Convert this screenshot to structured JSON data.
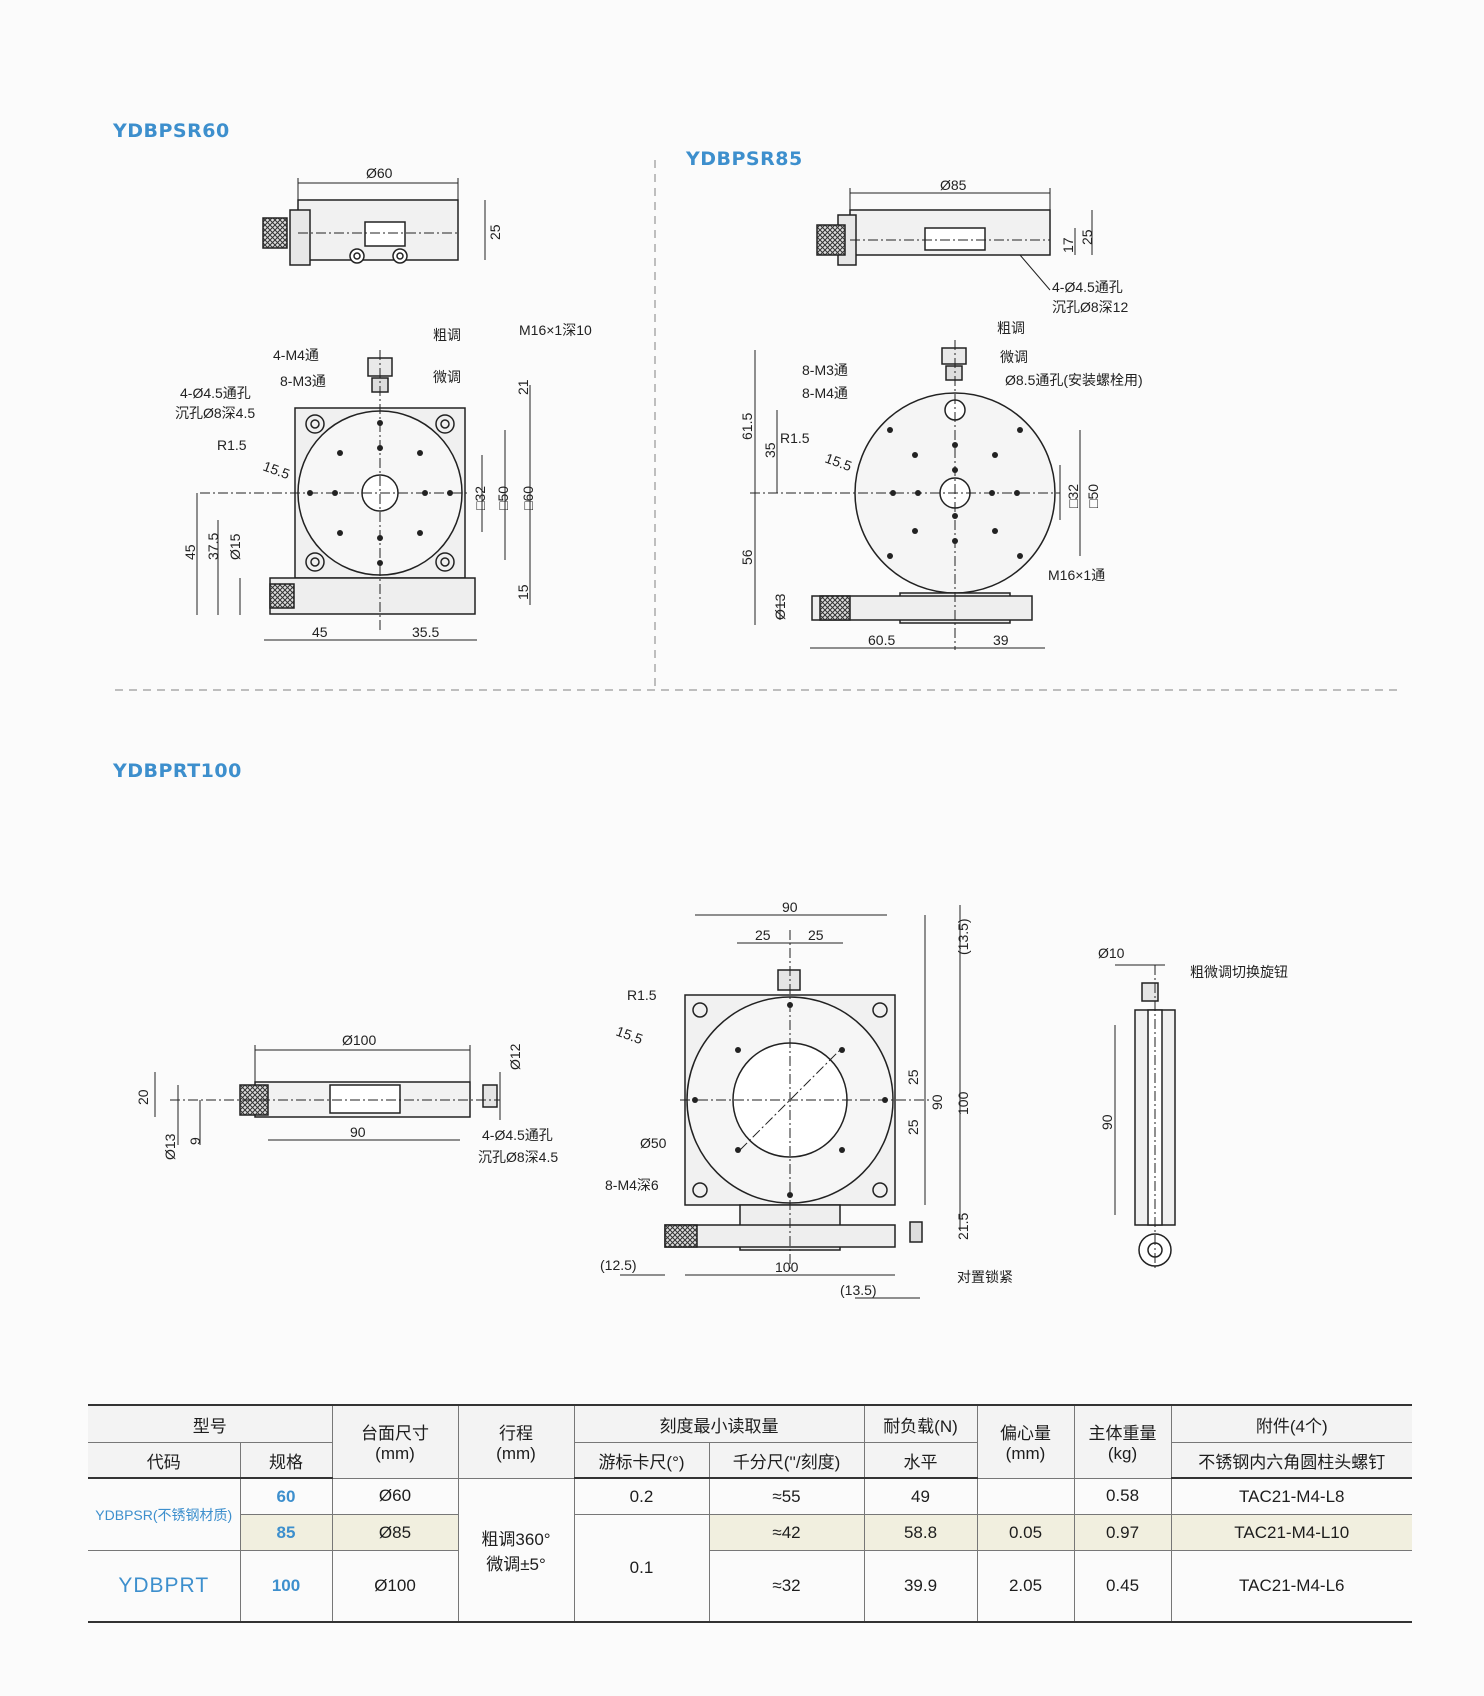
{
  "titles": {
    "psr60": "YDBPSR60",
    "psr85": "YDBPSR85",
    "prt100": "YDBPRT100"
  },
  "psr60": {
    "side_dia": "Ø60",
    "side_h": "25",
    "coarse": "粗调",
    "fine": "微调",
    "m16": "M16×1深10",
    "m4": "4-M4通",
    "m3": "8-M3通",
    "holes1": "4-Ø4.5通孔",
    "holes2": "沉孔Ø8深4.5",
    "r15": "R1.5",
    "a155": "15.5",
    "d21": "21",
    "sq32": "□32",
    "sq50": "□50",
    "sq60": "□60",
    "d45v": "45",
    "d375": "37.5",
    "dia15": "Ø15",
    "d15": "15",
    "d45h": "45",
    "d355": "35.5"
  },
  "psr85": {
    "side_dia": "Ø85",
    "d17": "17",
    "d25": "25",
    "holes1": "4-Ø4.5通孔",
    "holes2": "沉孔Ø8深12",
    "coarse": "粗调",
    "fine": "微调",
    "m3": "8-M3通",
    "m4": "8-M4通",
    "hole85": "Ø8.5通孔(安装螺栓用)",
    "d615": "61.5",
    "d35": "35",
    "r15": "R1.5",
    "a155": "15.5",
    "sq32": "□32",
    "sq50": "□50",
    "m16": "M16×1通",
    "d56": "56",
    "dia13": "Ø13",
    "d605": "60.5",
    "d39": "39"
  },
  "prt100": {
    "side_dia": "Ø100",
    "dia12": "Ø12",
    "d20": "20",
    "dia13": "Ø13",
    "d9": "9",
    "d90": "90",
    "holes1": "4-Ø4.5通孔",
    "holes2": "沉孔Ø8深4.5",
    "top90": "90",
    "d25a": "25",
    "d25b": "25",
    "d135a": "(13.5)",
    "r15": "R1.5",
    "a155": "15.5",
    "dia50": "Ø50",
    "m4": "8-M4深6",
    "v25a": "25",
    "v25b": "25",
    "v90": "90",
    "v100": "100",
    "v215": "21.5",
    "d125": "(12.5)",
    "b100": "100",
    "d135b": "(13.5)",
    "lock": "对置锁紧",
    "dia10": "Ø10",
    "knob": "粗微调切换旋钮",
    "r90": "90"
  },
  "table": {
    "h_model": "型号",
    "h_code": "代码",
    "h_spec": "规格",
    "h_size": "台面尺寸",
    "h_size_u": "(mm)",
    "h_travel": "行程",
    "h_travel_u": "(mm)",
    "h_scale": "刻度最小读取量",
    "h_vernier": "游标卡尺(°)",
    "h_micro": "千分尺(''/刻度)",
    "h_load": "耐负载(N)",
    "h_horiz": "水平",
    "h_ecc": "偏心量",
    "h_ecc_u": "(mm)",
    "h_weight": "主体重量",
    "h_weight_u": "(kg)",
    "h_acc": "附件(4个)",
    "h_acc_sub": "不锈钢内六角圆柱头螺钉",
    "psr_code": "YDBPSR(不锈钢材质)",
    "prt_code": "YDBPRT",
    "travel_1": "粗调360°",
    "travel_2": "微调±5°",
    "rows": [
      {
        "spec": "60",
        "size": "Ø60",
        "vernier": "0.2",
        "micro": "≈55",
        "load": "49",
        "ecc": "",
        "weight": "0.58",
        "acc": "TAC21-M4-L8"
      },
      {
        "spec": "85",
        "size": "Ø85",
        "vernier": "",
        "micro": "≈42",
        "load": "58.8",
        "ecc": "0.05",
        "weight": "0.97",
        "acc": "TAC21-M4-L10"
      },
      {
        "spec": "100",
        "size": "Ø100",
        "vernier": "0.1",
        "micro": "≈32",
        "load": "39.9",
        "ecc": "2.05",
        "weight": "0.45",
        "acc": "TAC21-M4-L6"
      }
    ]
  }
}
